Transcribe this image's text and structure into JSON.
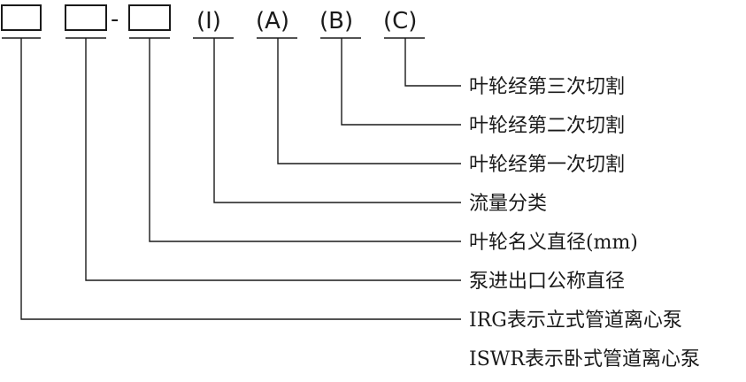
{
  "code": {
    "hyphen": "-",
    "suffix_I": "(I)",
    "suffix_A": "(A)",
    "suffix_B": "(B)",
    "suffix_C": "(C)"
  },
  "labels": {
    "cut_third": "叶轮经第三次切割",
    "cut_second": "叶轮经第二次切割",
    "cut_first": "叶轮经第一次切割",
    "flow_class": "流量分类",
    "impeller_nominal_diameter": "叶轮名义直径(mm)",
    "inlet_outlet_diameter": "泵进出口公称直径",
    "irg_meaning": "IRG表示立式管道离心泵",
    "iswr_meaning": "ISWR表示卧式管道离心泵"
  }
}
